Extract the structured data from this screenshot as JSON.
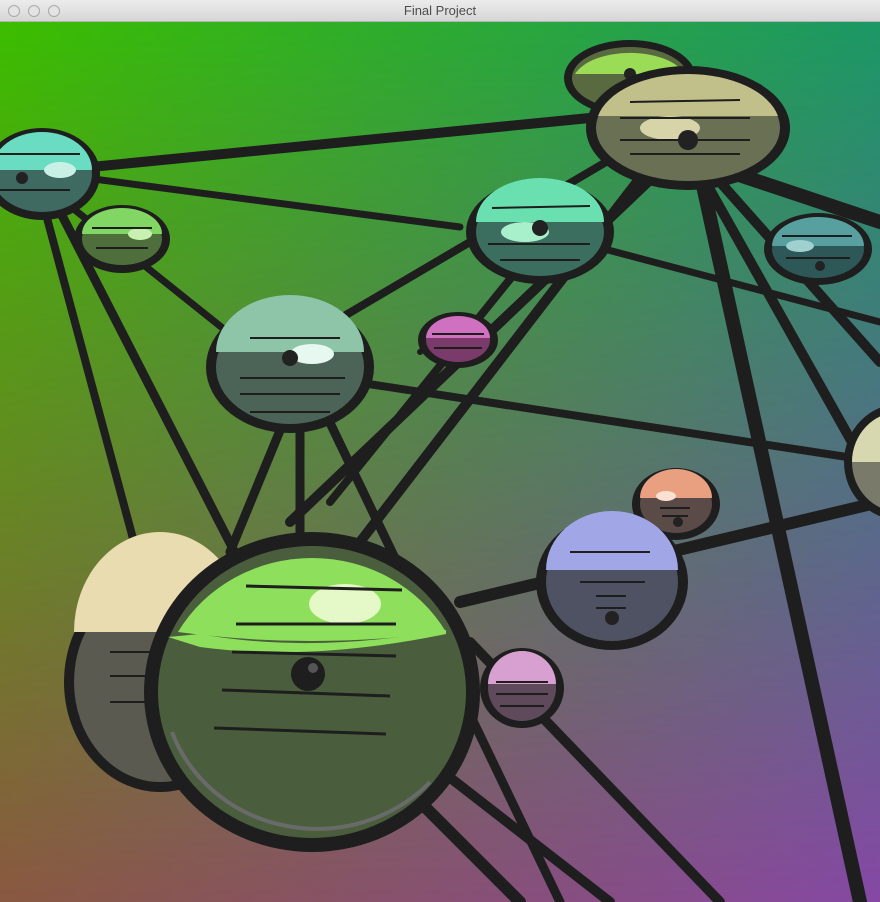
{
  "window": {
    "title": "Final Project",
    "buttons": [
      "close",
      "minimize",
      "zoom"
    ]
  },
  "scene": {
    "description_free": true,
    "background_colors": {
      "top_left": "#2ec000",
      "top_right": "#1a9a66",
      "bottom_left": "#8a5a48",
      "bottom_right": "#8a48a0"
    },
    "edge_color": "#1e1e1e",
    "nodes": [
      {
        "id": "n-top-green",
        "accent": "#9adc55",
        "body": "#5a6a40"
      },
      {
        "id": "n-top-main",
        "accent": "#c2c08a",
        "body": "#6a7054"
      },
      {
        "id": "n-left-cyan",
        "accent": "#6adcc2",
        "body": "#3e6a62"
      },
      {
        "id": "n-left-green",
        "accent": "#82d664",
        "body": "#4e6e3c"
      },
      {
        "id": "n-mid-cyan",
        "accent": "#6ae0b0",
        "body": "#3c6e60"
      },
      {
        "id": "n-right-teal",
        "accent": "#58a0a0",
        "body": "#2e5858"
      },
      {
        "id": "n-center",
        "accent": "#8ec4a8",
        "body": "#4c6458"
      },
      {
        "id": "n-pink-small",
        "accent": "#d070c0",
        "body": "#7a3a6a"
      },
      {
        "id": "n-right-edge",
        "accent": "#d8d8b0",
        "body": "#7a7a6a"
      },
      {
        "id": "n-salmon",
        "accent": "#e8a080",
        "body": "#5a4a48"
      },
      {
        "id": "n-lavender",
        "accent": "#a0a6e6",
        "body": "#4e5262"
      },
      {
        "id": "n-mauve",
        "accent": "#d8a0d0",
        "body": "#5e4a5a"
      },
      {
        "id": "n-beige",
        "accent": "#e8dcb0",
        "body": "#5a5a50"
      },
      {
        "id": "n-big-green",
        "accent": "#8ee05c",
        "body": "#4a5e3e"
      }
    ]
  }
}
